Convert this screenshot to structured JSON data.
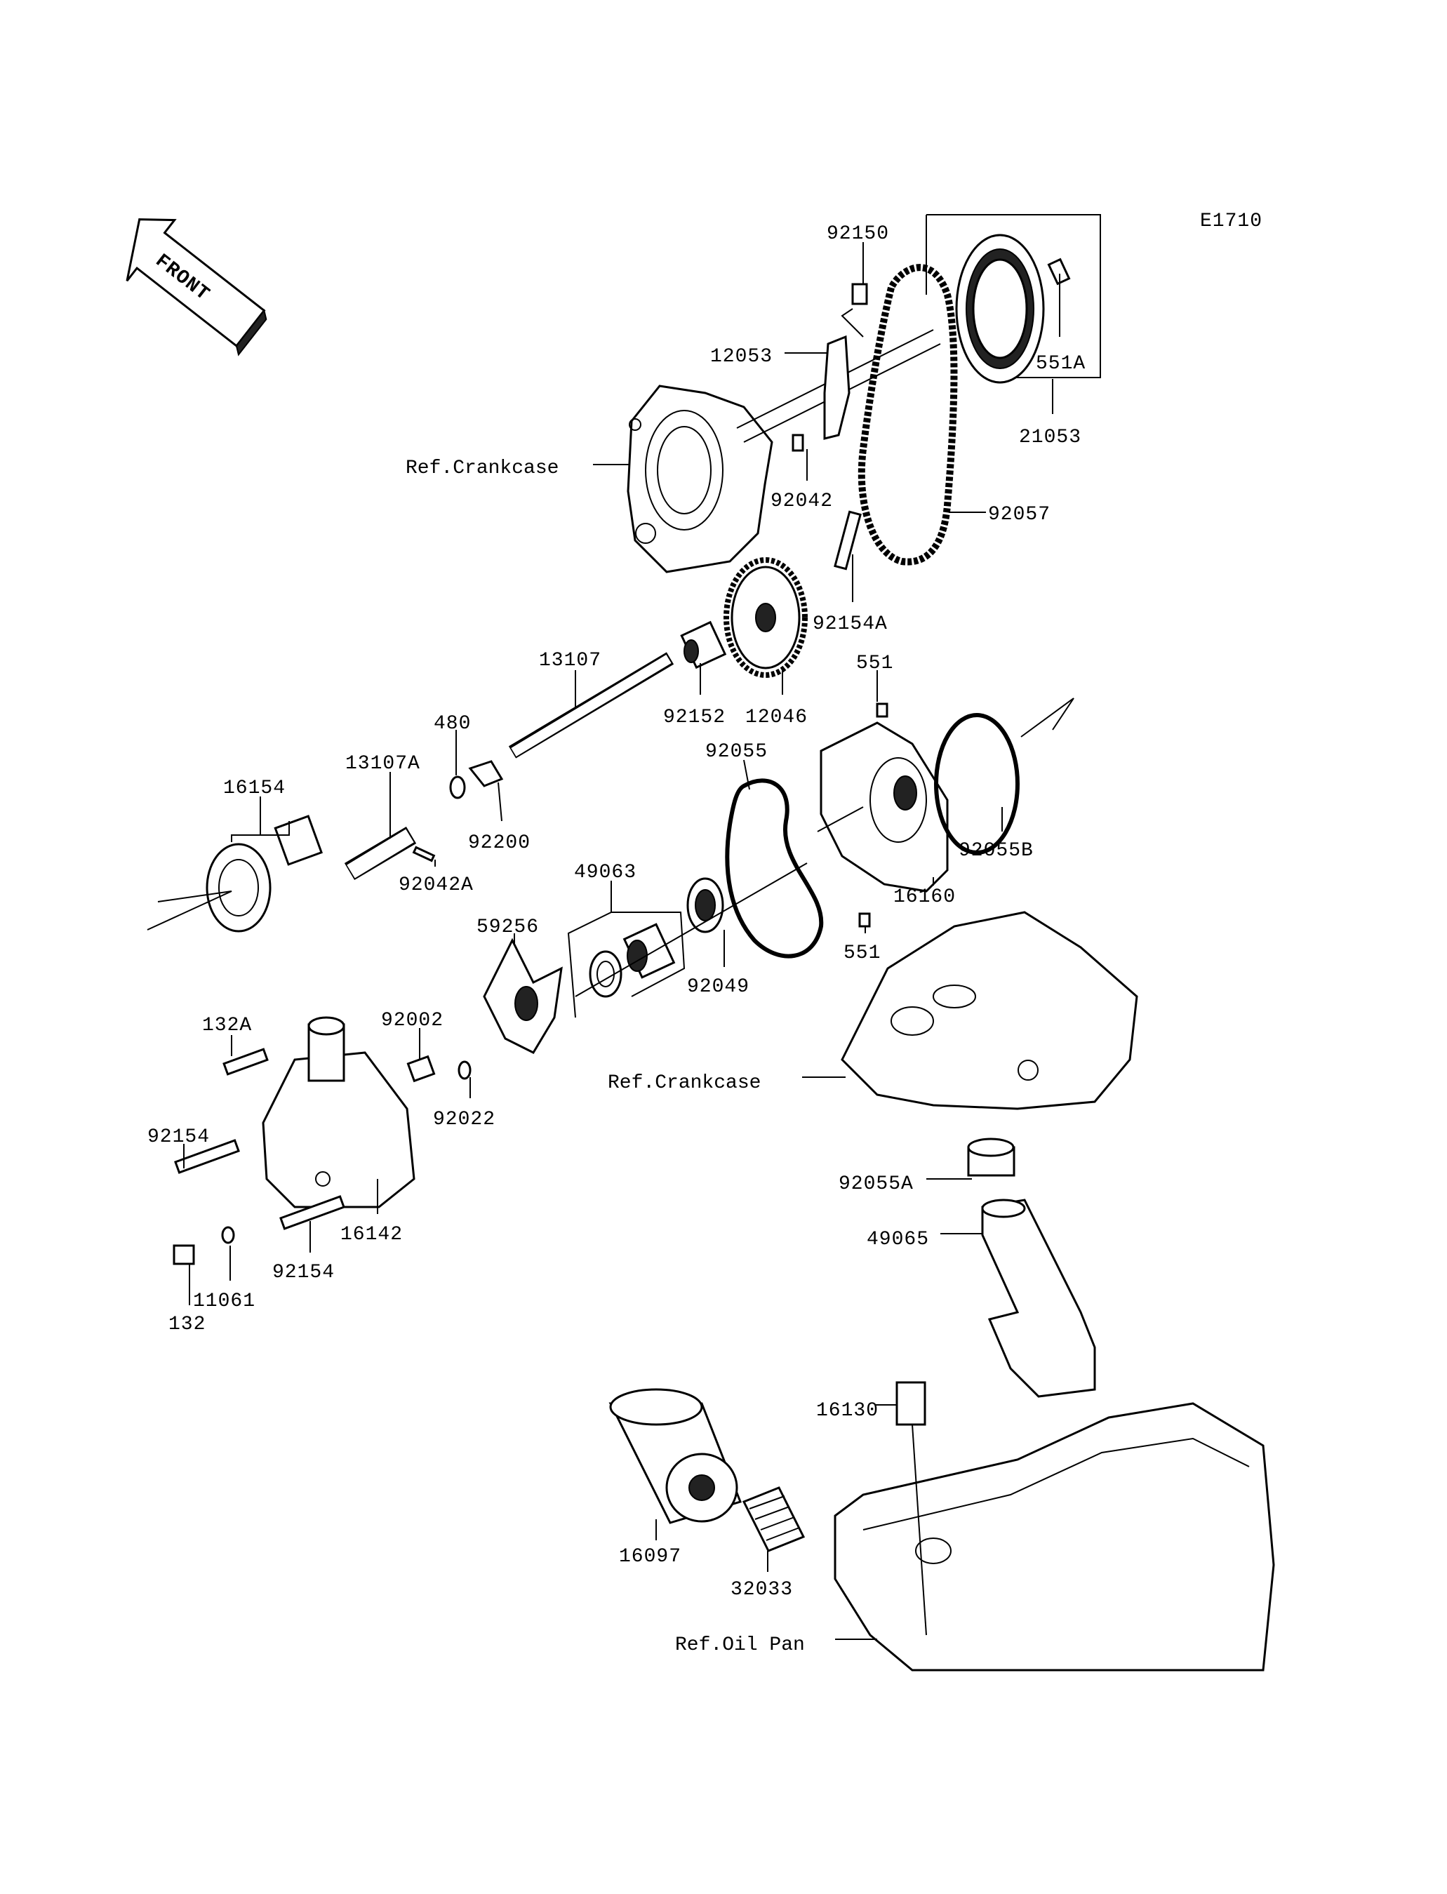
{
  "diagram": {
    "code": "E1710",
    "front_label": "FRONT",
    "parts": [
      "92150",
      "12053",
      "551A",
      "21053",
      "Ref.Crankcase",
      "92042",
      "92057",
      "92154A",
      "13107",
      "551",
      "92152",
      "12046",
      "480",
      "92055",
      "13107A",
      "16154",
      "92200",
      "92055B",
      "92042A",
      "49063",
      "59256",
      "16160",
      "551",
      "92049",
      "132A",
      "92002",
      "Ref.Crankcase",
      "92022",
      "92154",
      "92055A",
      "49065",
      "16142",
      "92154",
      "11061",
      "132",
      "16130",
      "16097",
      "32033",
      "Ref.Oil Pan"
    ]
  }
}
